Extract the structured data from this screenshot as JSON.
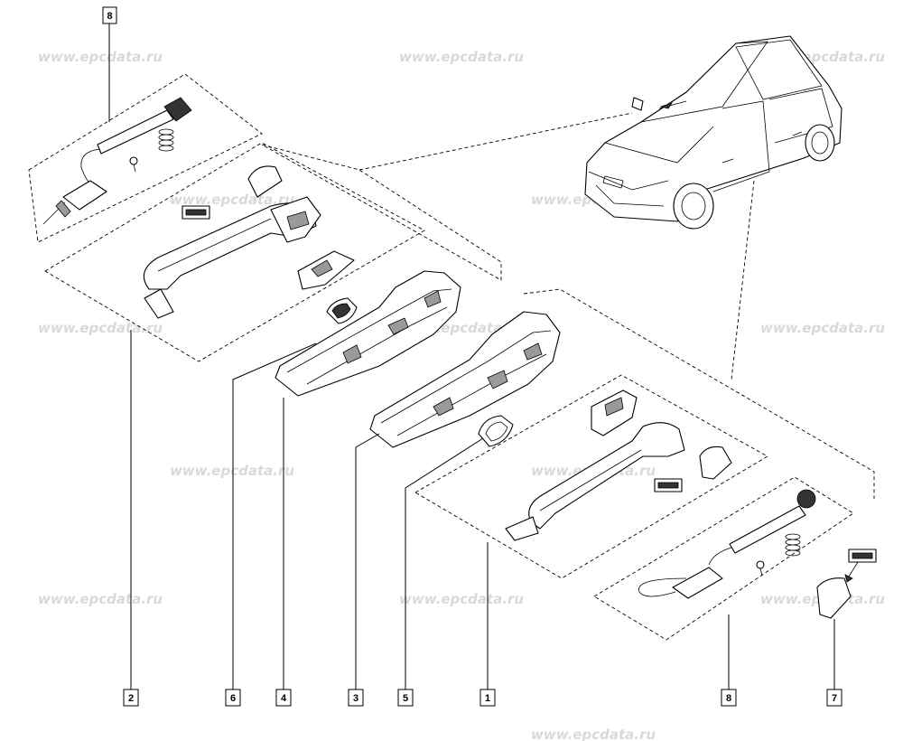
{
  "watermark": {
    "text": "www.epcdata.ru",
    "color": "#d9d9d9"
  },
  "callouts": {
    "top_8": "8",
    "c2": "2",
    "c6": "6",
    "c4": "4",
    "c3": "3",
    "c5": "5",
    "c1": "1",
    "c8": "8",
    "c7": "7"
  },
  "icons": {
    "car": "car-illustration",
    "handle_rear": "door-handle-icon",
    "handle_front": "door-handle-icon",
    "bracket": "handle-bracket-icon",
    "cable": "cable-icon",
    "spring": "spring-icon",
    "screw": "screw-icon",
    "cap": "handle-cap-icon",
    "seal": "seal-gasket-icon",
    "lube": "lubricant-tag-icon"
  }
}
